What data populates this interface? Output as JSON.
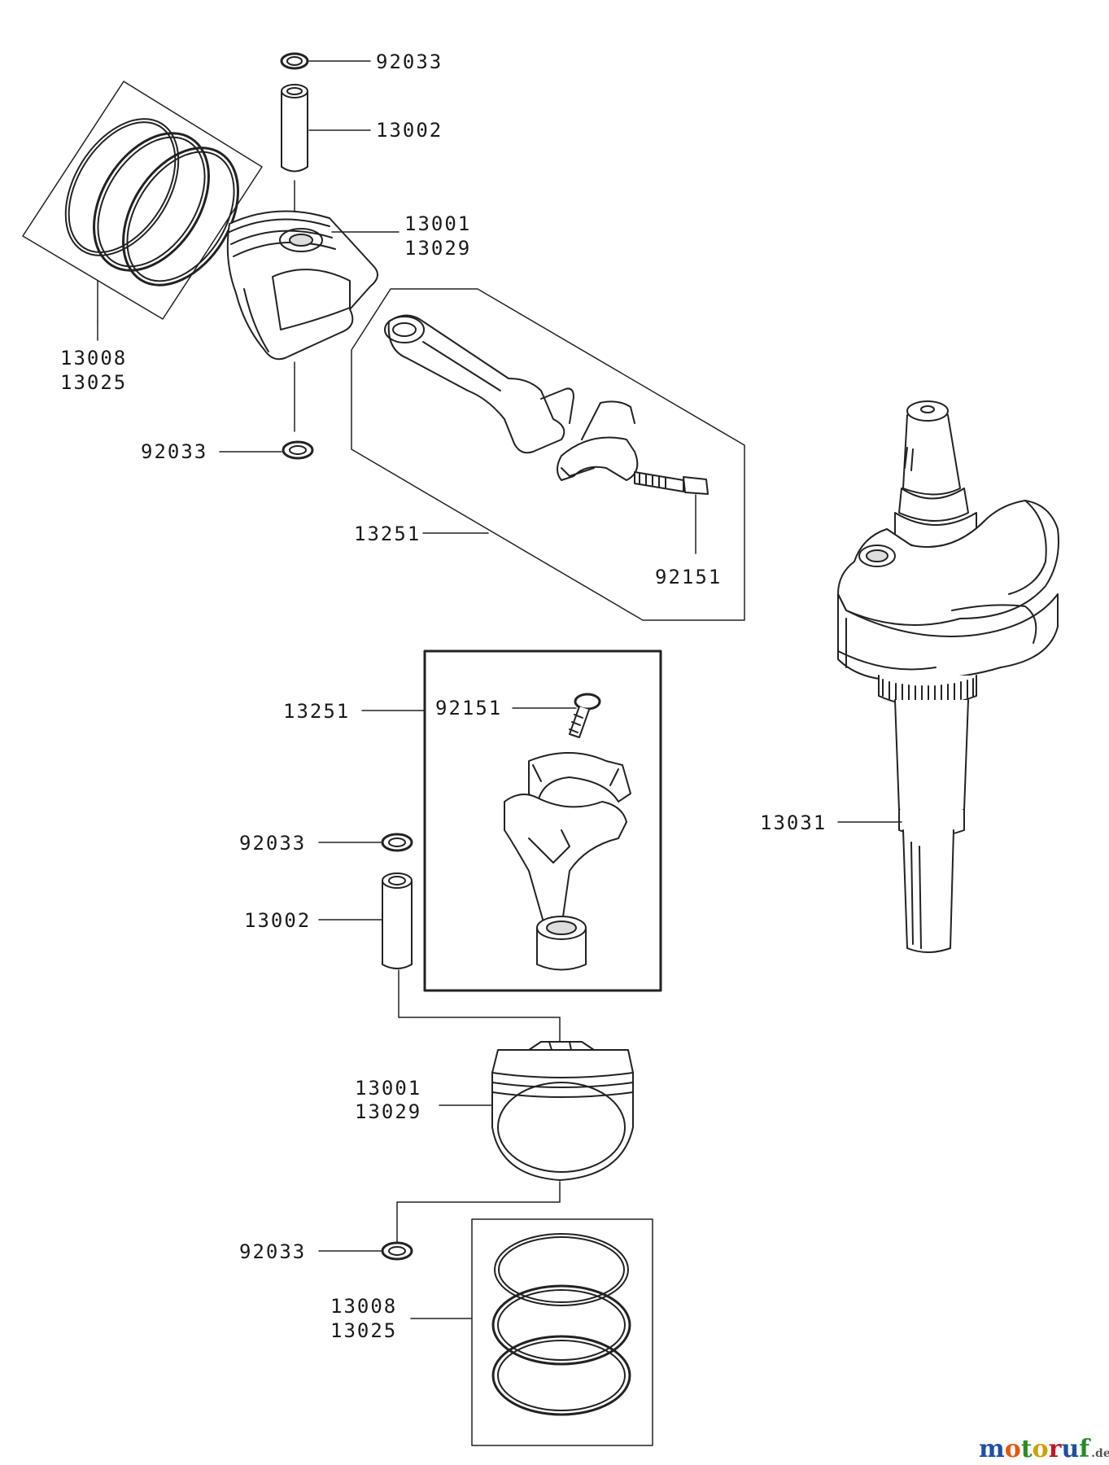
{
  "labels": {
    "top_retainer": "92033",
    "top_pin": "13002",
    "top_piston_a": "13001",
    "top_piston_b": "13029",
    "top_rings_a": "13008",
    "top_rings_b": "13025",
    "top_lower_retainer": "92033",
    "top_rod_assy": "13251",
    "top_rod_bolt": "92151",
    "crankshaft": "13031",
    "bot_rod_bolt": "92151",
    "bot_rod_assy": "13251",
    "bot_retainer": "92033",
    "bot_pin": "13002",
    "bot_piston_a": "13001",
    "bot_piston_b": "13029",
    "bot_lower_retainer": "92033",
    "bot_rings_a": "13008",
    "bot_rings_b": "13025"
  },
  "watermark": {
    "brand": "motoruf",
    "suffix": ".de",
    "colors": [
      "#1f4fa0",
      "#e05a10",
      "#2a8a2a",
      "#d0a000",
      "#c0182a",
      "#1f4fa0",
      "#2a8a2a"
    ]
  }
}
